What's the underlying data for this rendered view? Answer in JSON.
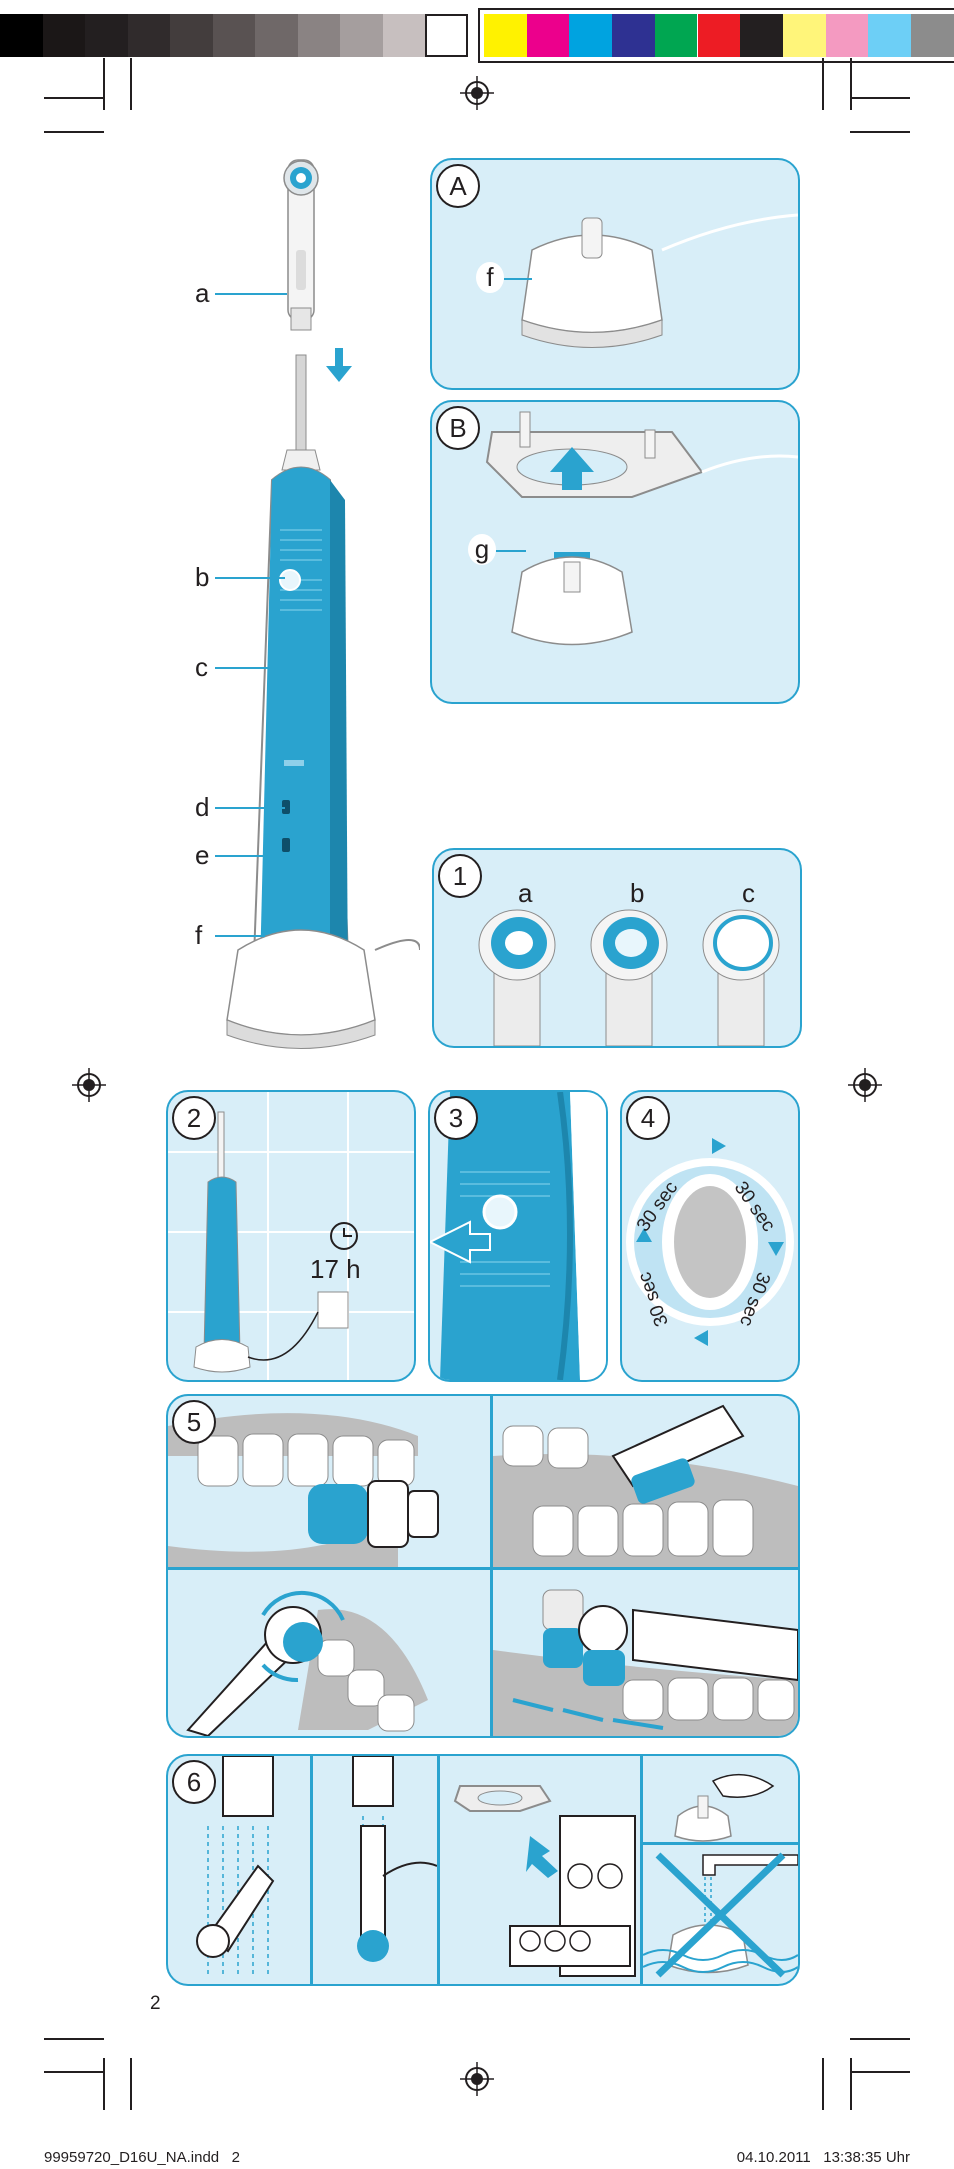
{
  "color_bar": {
    "grays": [
      "#000000",
      "#1b1717",
      "#231f20",
      "#302b2c",
      "#433d3d",
      "#595252",
      "#6f6868",
      "#8a8383",
      "#a59e9e",
      "#c7bfbf",
      "#ffffff"
    ],
    "process": [
      "#fff200",
      "#ec008c",
      "#00a3e0",
      "#2e3192",
      "#00a651",
      "#ed1c24",
      "#231f20",
      "#fff57a",
      "#f49ac1",
      "#6dcff6",
      "#8c8c8c"
    ]
  },
  "accent_color": "#2aa3cf",
  "overview_labels": {
    "a": "a",
    "b": "b",
    "c": "c",
    "d": "d",
    "e": "e",
    "f": "f"
  },
  "panels": {
    "A": {
      "badge": "A",
      "label": "f"
    },
    "B": {
      "badge": "B",
      "label": "g"
    },
    "p1": {
      "badge": "1",
      "heads": [
        "a",
        "b",
        "c"
      ]
    },
    "p2": {
      "badge": "2",
      "time": "17 h"
    },
    "p3": {
      "badge": "3"
    },
    "p4": {
      "badge": "4",
      "quadrants": [
        "30 sec",
        "30 sec",
        "30 sec",
        "30 sec"
      ]
    },
    "p5": {
      "badge": "5"
    },
    "p6": {
      "badge": "6"
    }
  },
  "page_number": "2",
  "footer": {
    "filename": "99959720_D16U_NA.indd   2",
    "timestamp": "04.10.2011   13:38:35 Uhr"
  }
}
